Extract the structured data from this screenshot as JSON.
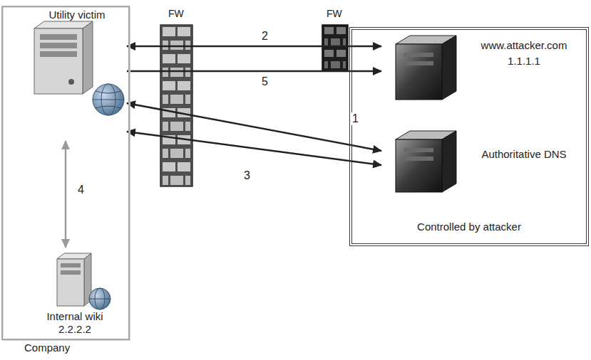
{
  "diagram": {
    "nodes": [
      {
        "text": [
          "Company"
        ]
      },
      {
        "text": [
          "Utility victim"
        ],
        "in": 0
      },
      {
        "text": [
          "Internal wiki",
          "2.2.2.2"
        ],
        "in": 0
      },
      {
        "text": [
          "Controlled by attacker"
        ]
      },
      {
        "text": [
          "www.attacker.com",
          "1.1.1.1"
        ],
        "in": 3
      },
      {
        "text": [
          "Authoritative DNS"
        ],
        "in": 3
      }
    ],
    "edges": [
      {
        "from": 1,
        "to": 5,
        "arrow": "both",
        "label": "1"
      },
      {
        "from": 1,
        "to": 4,
        "arrow": "both",
        "label": "2"
      },
      {
        "from": 1,
        "to": 5,
        "arrow": "both",
        "label": "3"
      },
      {
        "from": 1,
        "to": 2,
        "arrow": "both",
        "label": "4"
      },
      {
        "from": 1,
        "to": 4,
        "arrow": "to",
        "label": "5"
      }
    ],
    "labels": [
      "FW",
      "FW"
    ]
  }
}
